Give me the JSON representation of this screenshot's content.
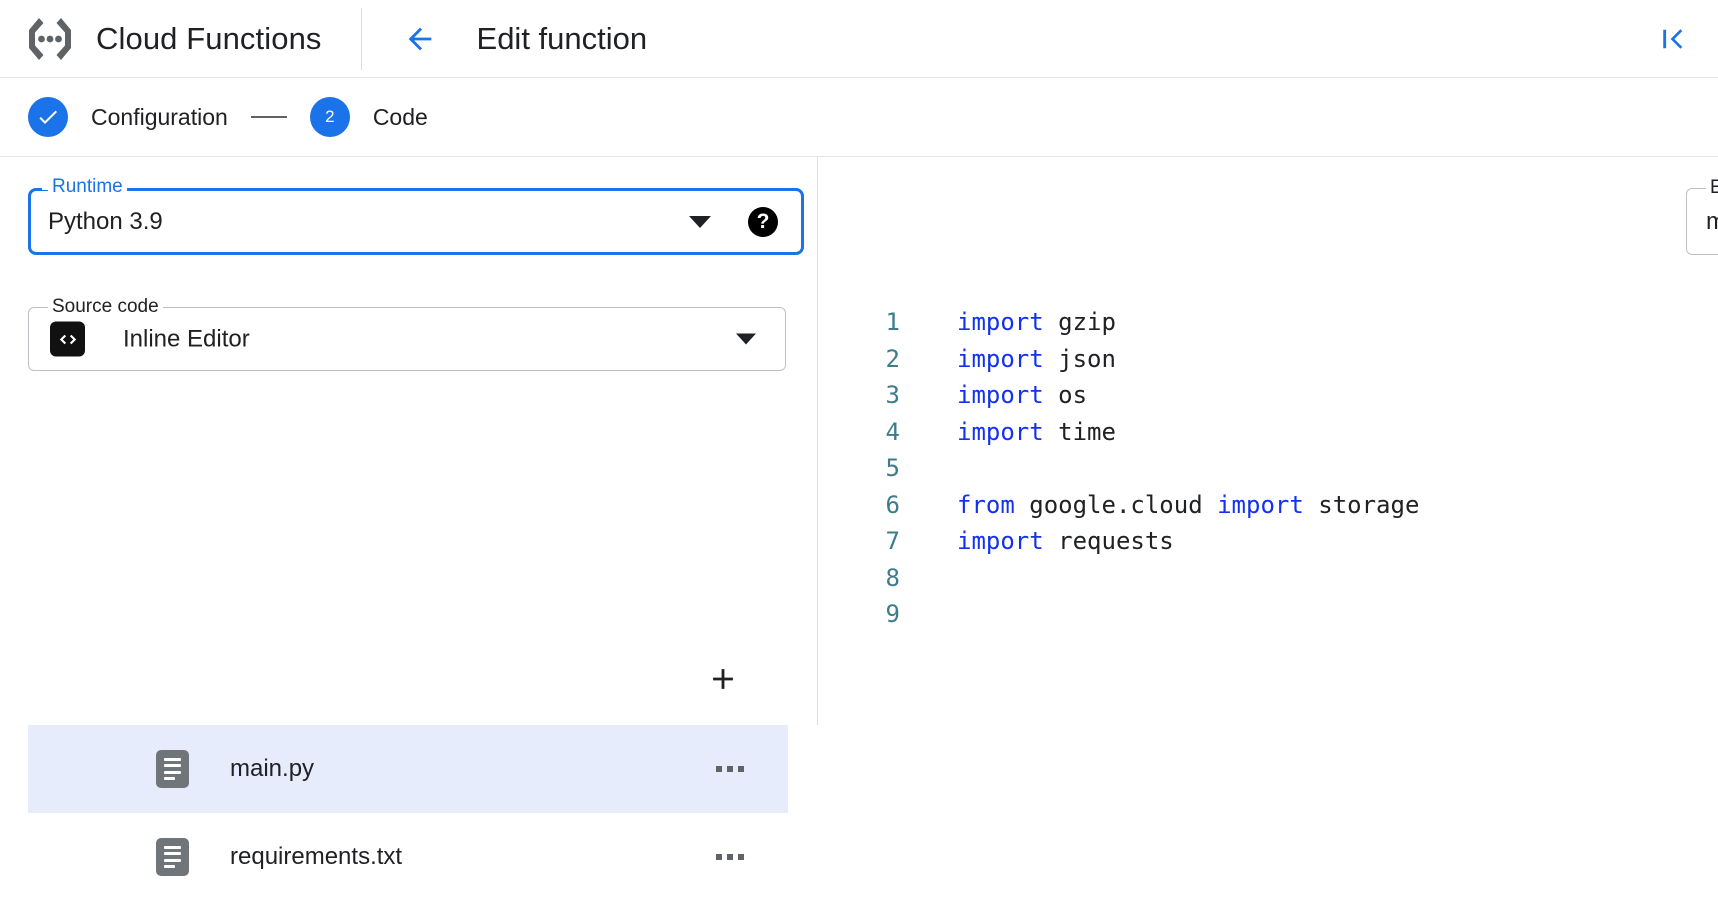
{
  "header": {
    "product_icon": "cloud-functions-logo",
    "product_title": "Cloud Functions",
    "back_icon": "back-arrow-icon",
    "page_title": "Edit function",
    "collapse_icon": "collapse-panel-icon"
  },
  "stepper": {
    "steps": [
      {
        "id": "configuration",
        "marker": "check",
        "marker_text": "✓",
        "label": "Configuration",
        "state": "completed"
      },
      {
        "id": "code",
        "marker": "number",
        "marker_text": "2",
        "label": "Code",
        "state": "active"
      }
    ]
  },
  "form": {
    "runtime": {
      "label": "Runtime",
      "value": "Python 3.9",
      "focused": true,
      "caret_icon": "chevron-down-icon",
      "help_icon": "help-icon",
      "help_glyph": "?"
    },
    "entry_point": {
      "label": "Entry point",
      "value": "main",
      "placeholder": "main",
      "focused": false,
      "help_icon": "help-icon",
      "help_glyph": "?"
    },
    "source_code": {
      "label": "Source code",
      "value": "Inline Editor",
      "badge_icon": "code-brackets-icon",
      "caret_icon": "chevron-down-icon"
    }
  },
  "files": {
    "add_button_icon": "plus-icon",
    "add_button_label": "+",
    "items": [
      {
        "name": "main.py",
        "icon": "file-icon",
        "selected": true,
        "menu_icon": "overflow-menu-icon"
      },
      {
        "name": "requirements.txt",
        "icon": "file-icon",
        "selected": false,
        "menu_icon": "overflow-menu-icon"
      }
    ]
  },
  "editor": {
    "language": "python",
    "lines": [
      {
        "n": "1",
        "tokens": [
          {
            "t": "import",
            "k": true
          },
          {
            "t": " gzip",
            "k": false
          }
        ]
      },
      {
        "n": "2",
        "tokens": [
          {
            "t": "import",
            "k": true
          },
          {
            "t": " json",
            "k": false
          }
        ]
      },
      {
        "n": "3",
        "tokens": [
          {
            "t": "import",
            "k": true
          },
          {
            "t": " os",
            "k": false
          }
        ]
      },
      {
        "n": "4",
        "tokens": [
          {
            "t": "import",
            "k": true
          },
          {
            "t": " time",
            "k": false
          }
        ]
      },
      {
        "n": "5",
        "tokens": []
      },
      {
        "n": "6",
        "tokens": [
          {
            "t": "from",
            "k": true
          },
          {
            "t": " google.cloud ",
            "k": false
          },
          {
            "t": "import",
            "k": true
          },
          {
            "t": " storage",
            "k": false
          }
        ]
      },
      {
        "n": "7",
        "tokens": [
          {
            "t": "import",
            "k": true
          },
          {
            "t": " requests",
            "k": false
          }
        ]
      },
      {
        "n": "8",
        "tokens": []
      },
      {
        "n": "9",
        "tokens": []
      }
    ]
  },
  "colors": {
    "accent_blue": "#1a73e8",
    "keyword_blue": "#1431ef",
    "line_number": "#3c7c8c",
    "selected_row": "#e6ecfb",
    "border_gray": "#bdc1c6"
  }
}
